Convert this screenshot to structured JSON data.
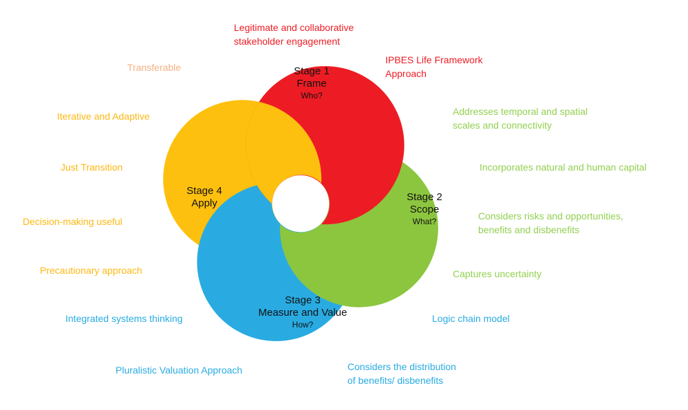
{
  "colors": {
    "red": "#ed1c24",
    "green": "#8cc63f",
    "blue": "#29abe2",
    "yellow": "#fec00e",
    "annotation_red": "#ed1c24",
    "annotation_green": "#92d050",
    "annotation_blue": "#29abe2",
    "annotation_gold": "#fdb813",
    "annotation_light_orange": "#f4b183"
  },
  "stages": {
    "stage1": {
      "stage": "Stage 1",
      "name": "Frame",
      "question": "Who?"
    },
    "stage2": {
      "stage": "Stage 2",
      "name": "Scope",
      "question": "What?"
    },
    "stage3": {
      "stage": "Stage 3",
      "name": "Measure and Value",
      "question": "How?"
    },
    "stage4": {
      "stage": "Stage 4",
      "name": "Apply"
    }
  },
  "annotations": {
    "stakeholder": "Legitimate and collaborative\nstakeholder engagement",
    "ipbes": "IPBES Life Framework\nApproach",
    "transferable": "Transferable",
    "iterative": "Iterative and Adaptive",
    "just_transition": "Just Transition",
    "decision": "Decision-making useful",
    "precautionary": "Precautionary approach",
    "integrated": "Integrated systems thinking",
    "pluralistic": "Pluralistic Valuation Approach",
    "distribution": "Considers the distribution\nof benefits/ disbenefits",
    "logic": "Logic chain model",
    "captures": "Captures uncertainty",
    "risks": "Considers risks and opportunities,\nbenefits and disbenefits",
    "incorporates": "Incorporates natural and human capital",
    "addresses": "Addresses temporal and spatial\nscales and connectivity"
  }
}
